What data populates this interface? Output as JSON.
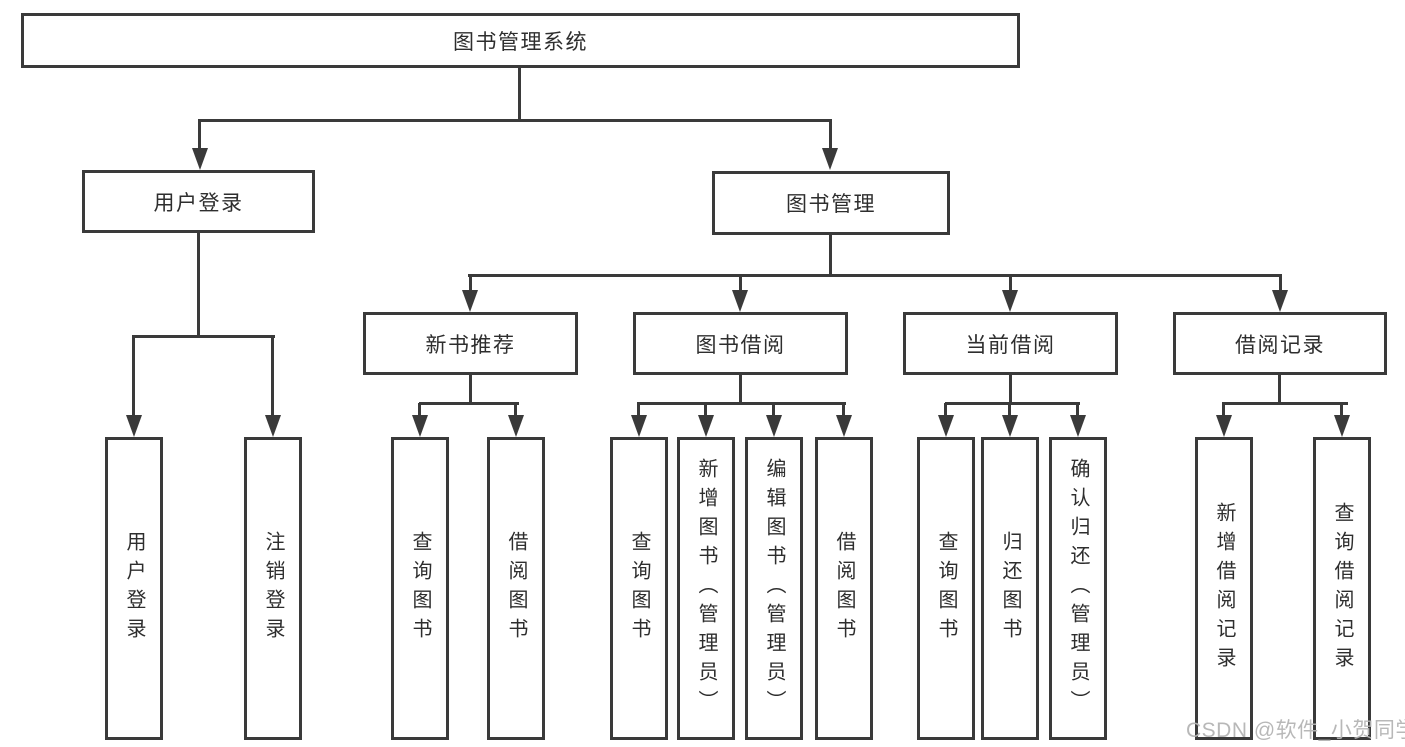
{
  "colors": {
    "background": "#ffffff",
    "line": "#3a3a3a",
    "text": "#2e2e2e",
    "watermark": "#b5b5b5"
  },
  "tree": {
    "root": "图书管理系统",
    "branches": [
      {
        "label": "用户登录",
        "children": [
          "用户登录",
          "注销登录"
        ]
      },
      {
        "label": "图书管理",
        "groups": [
          {
            "label": "新书推荐",
            "children": [
              "查询图书",
              "借阅图书"
            ]
          },
          {
            "label": "图书借阅",
            "children": [
              "查询图书",
              "新增图书（管理员）",
              "编辑图书（管理员）",
              "借阅图书"
            ]
          },
          {
            "label": "当前借阅",
            "children": [
              "查询图书",
              "归还图书",
              "确认归还（管理员）"
            ]
          },
          {
            "label": "借阅记录",
            "children": [
              "新增借阅记录",
              "查询借阅记录"
            ]
          }
        ]
      }
    ]
  },
  "watermark": "CSDN @软件_小贺同学"
}
